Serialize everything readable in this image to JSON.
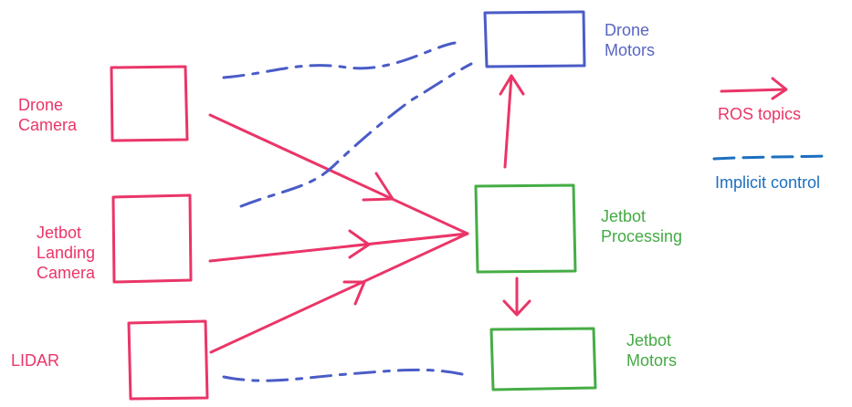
{
  "colors": {
    "topic": "#ea3568",
    "implicit": "#4a5cc7",
    "drone_motors": "#5865c4",
    "jetbot": "#45ad45",
    "implicit_label": "#1c6fc0"
  },
  "nodes": {
    "drone_camera": "Drone\nCamera",
    "jetbot_landing_camera": "Jetbot\nLanding\nCamera",
    "lidar": "LIDAR",
    "drone_motors": "Drone\nMotors",
    "jetbot_processing": "Jetbot\nProcessing",
    "jetbot_motors": "Jetbot\nMotors"
  },
  "legend": {
    "ros_topics": "ROS topics",
    "implicit_control": "Implicit control"
  },
  "edges": {
    "ros_topics": [
      {
        "from": "Drone Camera",
        "to": "Jetbot Processing"
      },
      {
        "from": "Jetbot Landing Camera",
        "to": "Jetbot Processing"
      },
      {
        "from": "LIDAR",
        "to": "Jetbot Processing"
      },
      {
        "from": "Jetbot Processing",
        "to": "Drone Motors"
      },
      {
        "from": "Jetbot Processing",
        "to": "Jetbot Motors"
      }
    ],
    "implicit_control": [
      {
        "from": "Drone Motors",
        "to": "Drone Camera"
      },
      {
        "from": "Drone Motors",
        "to": "Jetbot Landing Camera"
      },
      {
        "from": "Jetbot Motors",
        "to": "LIDAR"
      }
    ]
  }
}
